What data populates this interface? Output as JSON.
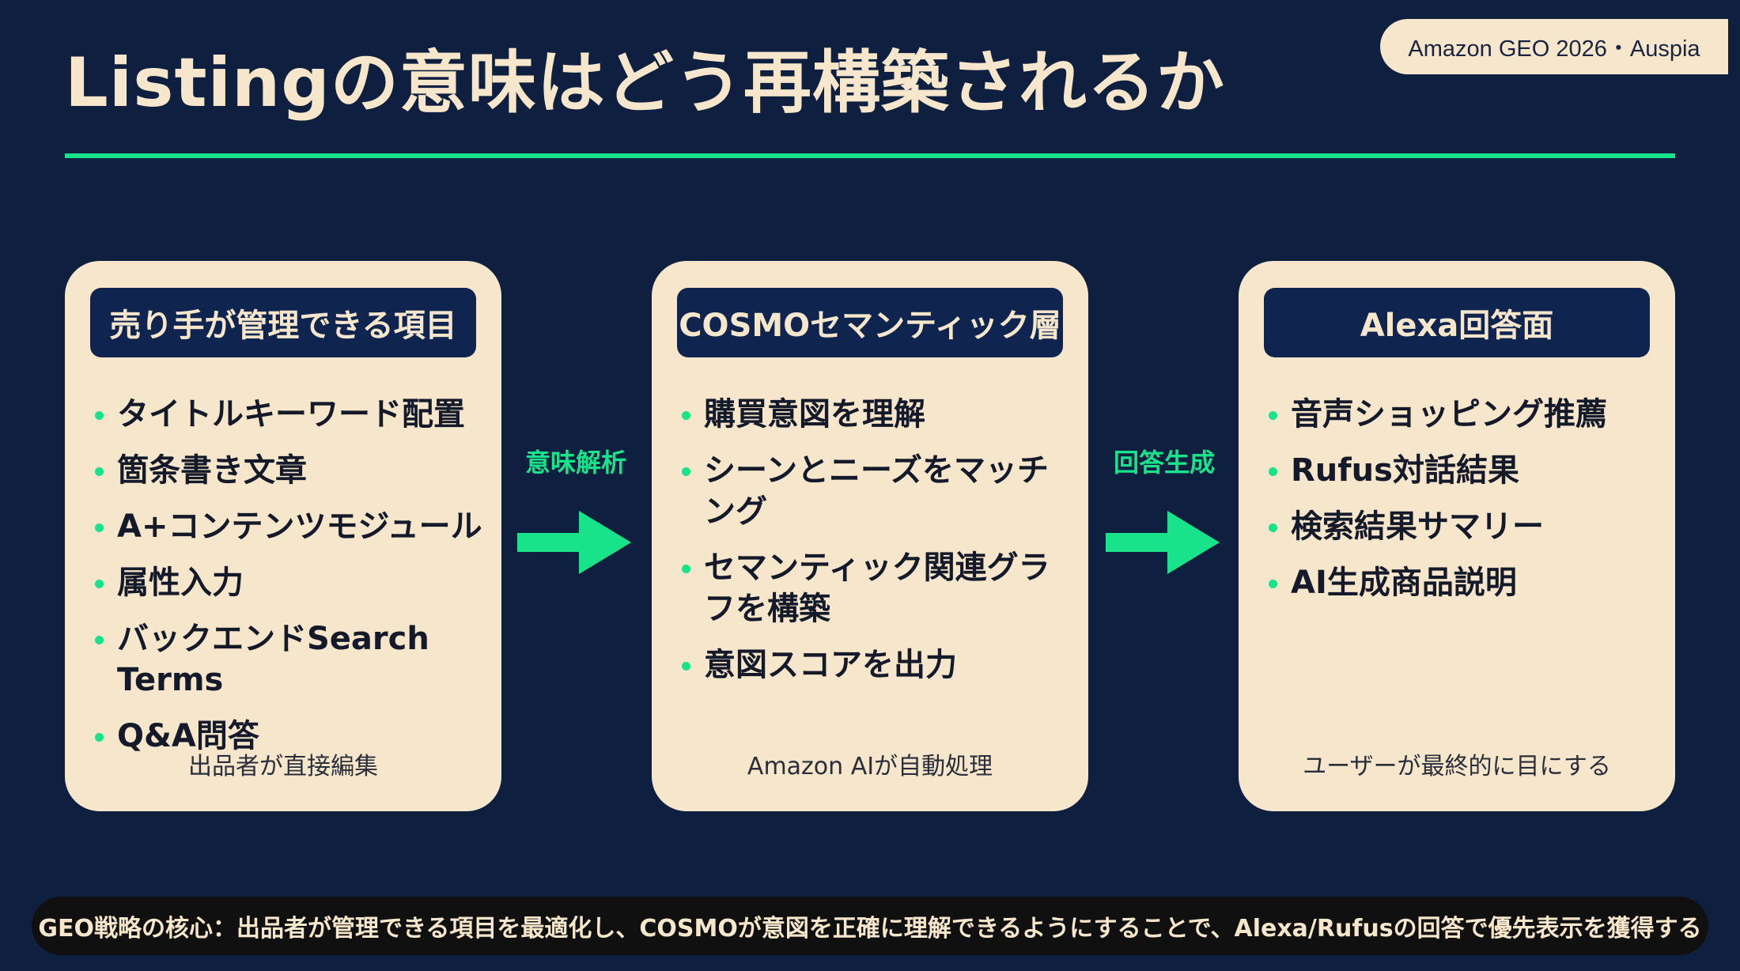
{
  "badge": "Amazon GEO 2026・Auspia",
  "title": "Listingの意味はどう再構築されるか",
  "colors": {
    "background": "#0f1f3f",
    "card": "#f6e6cb",
    "accent": "#19e38a",
    "header": "#0f2550"
  },
  "cards": [
    {
      "header": "売り手が管理できる項目",
      "items": [
        "タイトルキーワード配置",
        "箇条書き文章",
        "A+コンテンツモジュール",
        "属性入力",
        "バックエンドSearch Terms",
        "Q&A問答"
      ],
      "footer": "出品者が直接編集"
    },
    {
      "header": "COSMOセマンティック層",
      "items": [
        "購買意図を理解",
        "シーンとニーズをマッチング",
        "セマンティック関連グラフを構築",
        "意図スコアを出力"
      ],
      "footer": "Amazon AIが自動処理"
    },
    {
      "header": "Alexa回答面",
      "items": [
        "音声ショッピング推薦",
        "Rufus対話結果",
        "検索結果サマリー",
        "AI生成商品説明"
      ],
      "footer": "ユーザーが最終的に目にする"
    }
  ],
  "connectors": [
    {
      "label": "意味解析",
      "icon": "arrow-right-icon"
    },
    {
      "label": "回答生成",
      "icon": "arrow-right-icon"
    }
  ],
  "summary": "GEO戦略の核心：出品者が管理できる項目を最適化し、COSMOが意図を正確に理解できるようにすることで、Alexa/Rufusの回答で優先表示を獲得する"
}
